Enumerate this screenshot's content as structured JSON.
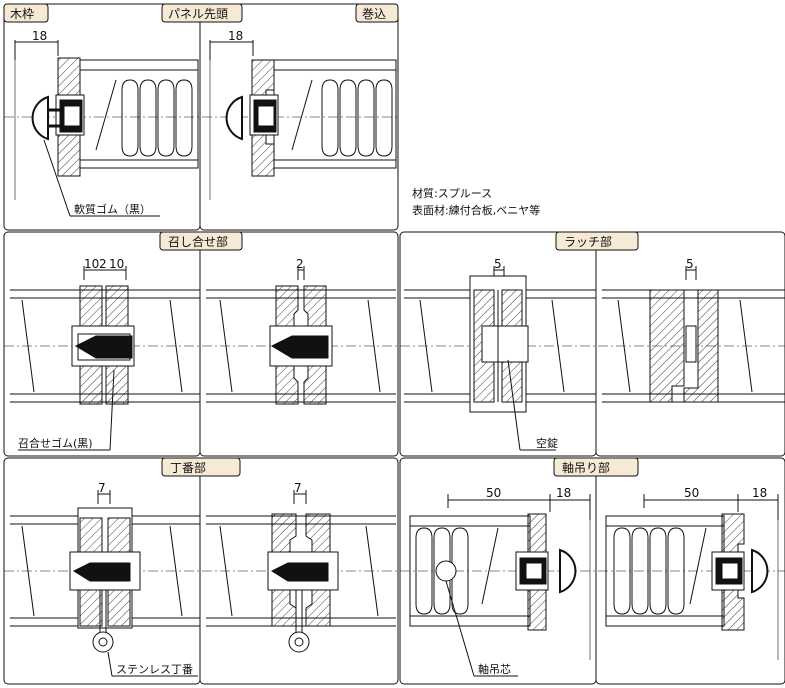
{
  "panels": {
    "wood_frame": "木枠",
    "panel_head": "パネル先頭",
    "roll_in": "巻込",
    "meeting": "召し合せ部",
    "latch": "ラッチ部",
    "hinge": "丁番部",
    "pivot": "軸吊り部"
  },
  "dims": {
    "d18a": "18",
    "d18b": "18",
    "d10": "10",
    "d2a": "2",
    "d10b": "10",
    "d2b": "2",
    "d5a": "5",
    "d5b": "5",
    "d7a": "7",
    "d7b": "7",
    "d50a": "50",
    "d18c": "18",
    "d50b": "50",
    "d18d": "18"
  },
  "callouts": {
    "soft_rubber": "軟質ゴム（黒）",
    "meeting_rubber": "召合せゴム(黒)",
    "empty_lock": "空錠",
    "stainless_hinge": "ステンレス丁番",
    "pivot_core": "軸吊芯"
  },
  "material": {
    "line1": "材質:スプルース",
    "line2": "表面材:練付合板,ベニヤ等"
  },
  "colors": {
    "line": "#111111",
    "tab_fill": "#f6ead7"
  }
}
